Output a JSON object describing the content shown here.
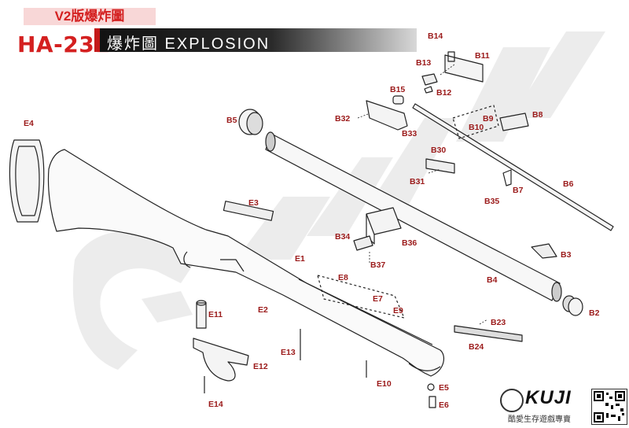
{
  "header": {
    "badge": "V2版爆炸圖",
    "model": "HA-231",
    "title": "爆炸圖 EXPLOSION"
  },
  "brand": {
    "logo": "KUJI",
    "tagline": "酷愛生存遊戲專賣"
  },
  "colors": {
    "accent": "#d42020",
    "label": "#9b1a1a",
    "band": "#1a1a1a"
  },
  "icons": [
    "kuji-watermark-icon",
    "kuji-logo-icon",
    "qr-code-icon"
  ],
  "parts": [
    "B14",
    "B11",
    "B13",
    "B12",
    "B15",
    "B32",
    "B33",
    "B9",
    "B8",
    "B10",
    "B5",
    "B30",
    "B31",
    "B7",
    "B6",
    "B35",
    "E4",
    "E3",
    "B34",
    "B36",
    "B37",
    "B3",
    "E1",
    "E8",
    "E7",
    "E9",
    "B4",
    "B2",
    "E2",
    "E11",
    "B23",
    "B24",
    "E13",
    "E12",
    "E10",
    "E5",
    "E6",
    "E14"
  ]
}
